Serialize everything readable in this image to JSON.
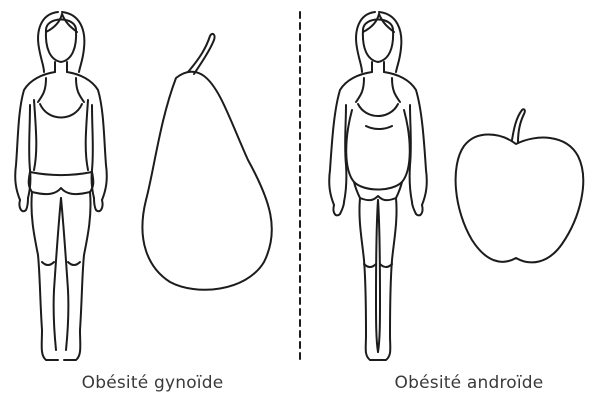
{
  "captions": {
    "left": "Obésité gynoïde",
    "right": "Obésité androïde"
  },
  "colors": {
    "line": "#1c1c1c",
    "background": "#ffffff",
    "caption": "#3a3a3a"
  },
  "icons": {
    "left_figure": "woman-pear-body-icon",
    "pear": "pear-icon",
    "divider": "dashed-divider",
    "right_figure": "woman-apple-body-icon",
    "apple": "apple-icon"
  }
}
